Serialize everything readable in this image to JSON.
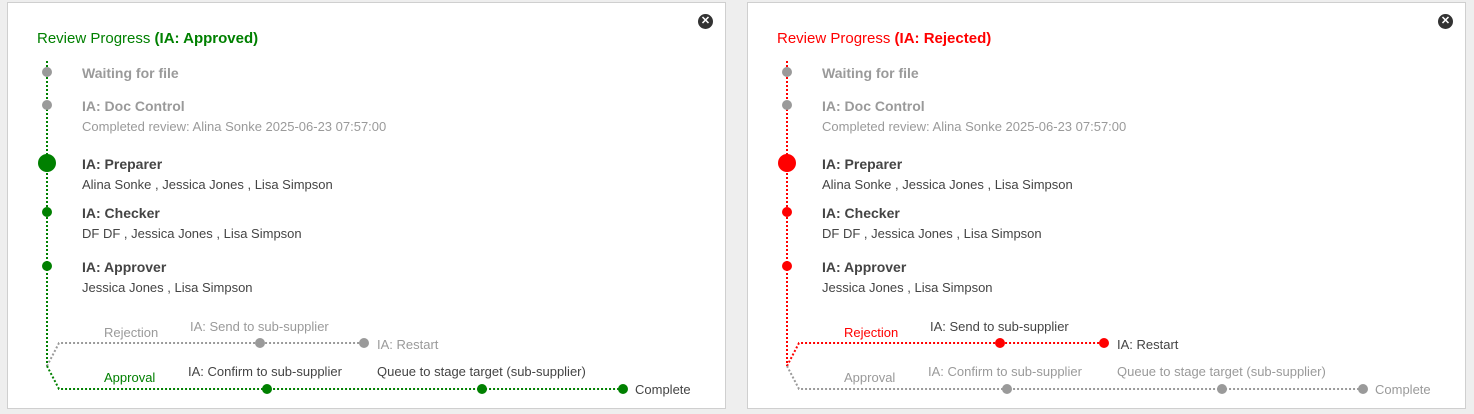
{
  "panels": [
    {
      "title_prefix": "Review Progress ",
      "title_status": "(IA: Approved)",
      "accent": "#008000",
      "outcome": "approved",
      "steps": [
        {
          "name": "Waiting for file",
          "detail": "",
          "state": "done"
        },
        {
          "name": "IA: Doc Control",
          "detail": "Completed review: Alina Sonke 2025-06-23 07:57:00",
          "state": "done"
        },
        {
          "name": "IA: Preparer",
          "detail": "Alina Sonke , Jessica Jones , Lisa Simpson",
          "state": "current"
        },
        {
          "name": "IA: Checker",
          "detail": "DF DF , Jessica Jones , Lisa Simpson",
          "state": "pending"
        },
        {
          "name": "IA: Approver",
          "detail": "Jessica Jones , Lisa Simpson",
          "state": "pending"
        }
      ],
      "rejection": {
        "label": "Rejection",
        "steps": [
          "IA: Send to sub-supplier",
          "IA: Restart"
        ]
      },
      "approval": {
        "label": "Approval",
        "steps": [
          "IA: Confirm to sub-supplier",
          "Queue to stage target (sub-supplier)",
          "Complete"
        ]
      },
      "close_icon": "close-circle-icon"
    },
    {
      "title_prefix": "Review Progress ",
      "title_status": "(IA: Rejected)",
      "accent": "#ff0000",
      "outcome": "rejected",
      "steps": [
        {
          "name": "Waiting for file",
          "detail": "",
          "state": "done"
        },
        {
          "name": "IA: Doc Control",
          "detail": "Completed review: Alina Sonke 2025-06-23 07:57:00",
          "state": "done"
        },
        {
          "name": "IA: Preparer",
          "detail": "Alina Sonke , Jessica Jones , Lisa Simpson",
          "state": "current"
        },
        {
          "name": "IA: Checker",
          "detail": "DF DF , Jessica Jones , Lisa Simpson",
          "state": "pending"
        },
        {
          "name": "IA: Approver",
          "detail": "Jessica Jones , Lisa Simpson",
          "state": "pending"
        }
      ],
      "rejection": {
        "label": "Rejection",
        "steps": [
          "IA: Send to sub-supplier",
          "IA: Restart"
        ]
      },
      "approval": {
        "label": "Approval",
        "steps": [
          "IA: Confirm to sub-supplier",
          "Queue to stage target (sub-supplier)",
          "Complete"
        ]
      },
      "close_icon": "close-circle-icon"
    }
  ]
}
